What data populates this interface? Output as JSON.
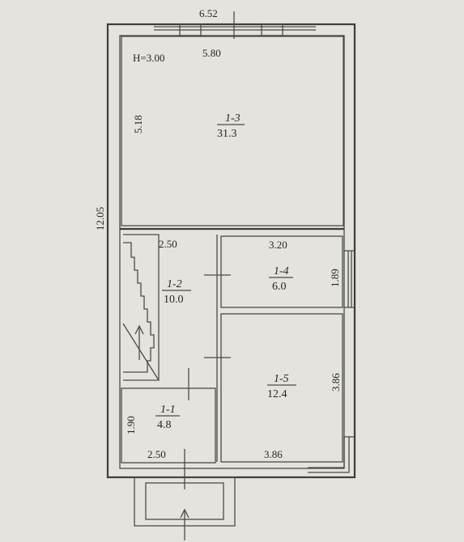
{
  "plan": {
    "ceiling_height": "H=3.00",
    "overall_width": "6.52",
    "overall_length": "12.05"
  },
  "rooms": [
    {
      "id": "1-3",
      "area": "31.3",
      "width": "5.80",
      "length": "5.18"
    },
    {
      "id": "1-2",
      "area": "10.0",
      "width": "2.50"
    },
    {
      "id": "1-4",
      "area": "6.0",
      "width": "3.20",
      "length": "1.89"
    },
    {
      "id": "1-5",
      "area": "12.4",
      "width": "3.86",
      "length": "3.86"
    },
    {
      "id": "1-1",
      "area": "4.8",
      "width": "2.50",
      "length": "1.90"
    }
  ],
  "colors": {
    "paper": "#e4e3dd",
    "ink": "#3d3d3d"
  }
}
